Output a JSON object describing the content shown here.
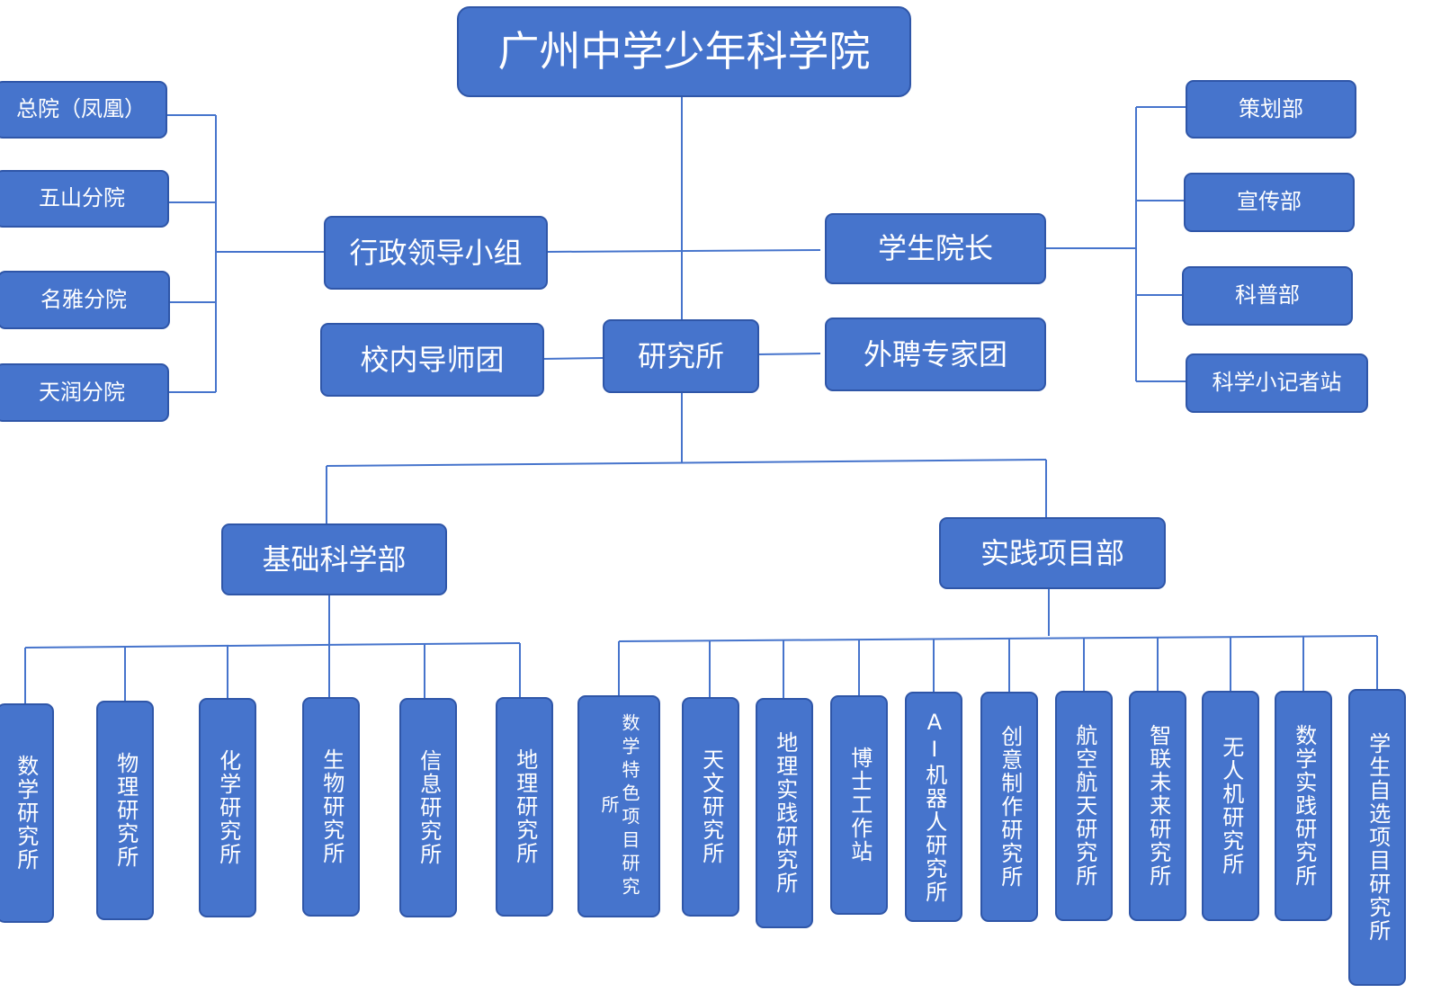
{
  "root": "广州中学少年科学院",
  "admin_group": "行政领导小组",
  "student_dean": "学生院长",
  "campuses": [
    "总院（凤凰）",
    "五山分院",
    "名雅分院",
    "天润分院"
  ],
  "departments": [
    "策划部",
    "宣传部",
    "科普部",
    "科学小记者站"
  ],
  "research_institute": "研究所",
  "internal_mentors": "校内导师团",
  "external_experts": "外聘专家团",
  "basic_science": "基础科学部",
  "practice_projects": "实践项目部",
  "basic_institutes": [
    "数学研究所",
    "物理研究所",
    "化学研究所",
    "生物研究所",
    "信息研究所",
    "地理研究所"
  ],
  "practice_institutes": [
    "数学特色项目研究所",
    "天文研究所",
    "地理实践研究所",
    "博士工作站",
    "AI机器人研究所",
    "创意制作研究所",
    "航空航天研究所",
    "智联未来研究所",
    "无人机研究所",
    "数学实践研究所",
    "学生自选项目研究所"
  ]
}
